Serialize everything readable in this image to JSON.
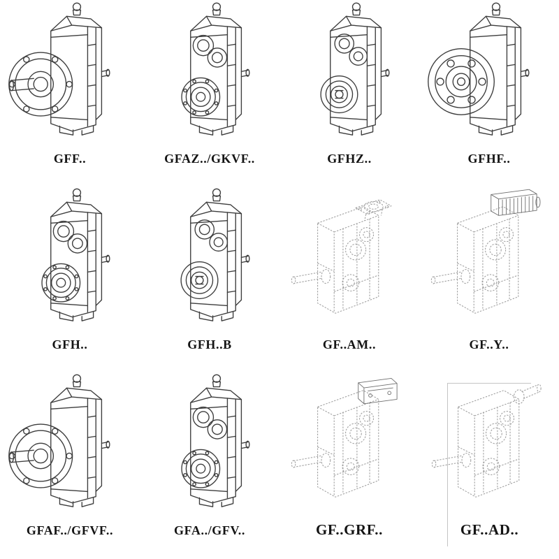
{
  "colors": {
    "background": "#ffffff",
    "line_solid": "#3d3d3d",
    "line_dashed": "#9d9d9d",
    "label_text": "#141414"
  },
  "grid": {
    "rows": 3,
    "cols": 4,
    "items": [
      {
        "label": "GFF..",
        "drawing": "gearbox-flange-output-shaft"
      },
      {
        "label": "GFAZ../GKVF..",
        "drawing": "gearbox-hollow-shaft"
      },
      {
        "label": "GFHZ..",
        "drawing": "gearbox-hollow-shaft-hub"
      },
      {
        "label": "GFHF..",
        "drawing": "gearbox-flange-mounted"
      },
      {
        "label": "GFH..",
        "drawing": "gearbox-foot-mounted"
      },
      {
        "label": "GFH..B",
        "drawing": "gearbox-foot-mounted-b"
      },
      {
        "label": "GF..AM..",
        "drawing": "gearbox-motor-adapter-flange"
      },
      {
        "label": "GF..Y..",
        "drawing": "gearbox-with-motor"
      },
      {
        "label": "GFAF../GFVF..",
        "drawing": "gearbox-flange-output-shaft"
      },
      {
        "label": "GFA../GFV..",
        "drawing": "gearbox-shaft-mounted"
      },
      {
        "label": "GF..GRF..",
        "drawing": "gearbox-input-adapter"
      },
      {
        "label": "GF..AD..",
        "drawing": "gearbox-input-shaft-adapter"
      }
    ]
  }
}
